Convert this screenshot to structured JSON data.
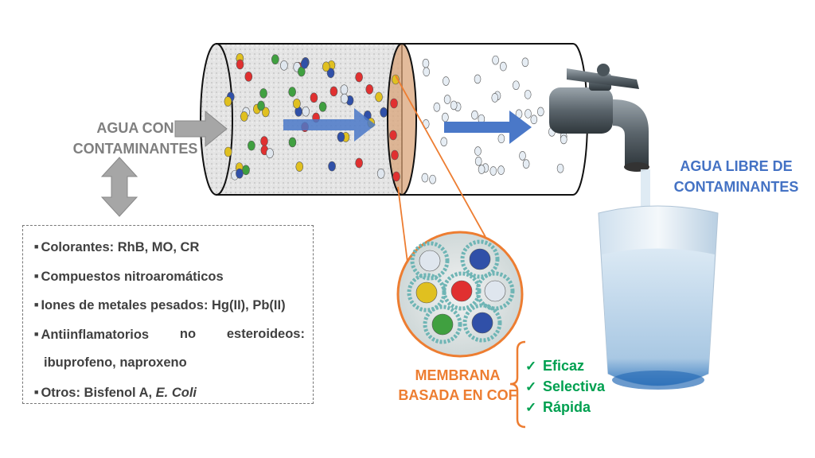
{
  "inlet_label": [
    "AGUA CON",
    "CONTAMINANTES"
  ],
  "outlet_label": [
    "AGUA LIBRE DE",
    "CONTAMINANTES"
  ],
  "membrane_label": [
    "MEMBRANA",
    "BASADA EN COF"
  ],
  "contaminants": {
    "item1": "Colorantes: RhB, MO, CR",
    "item2": "Compuestos nitroaromáticos",
    "item3": "Iones de metales pesados: Hg(II), Pb(II)",
    "item4_words": [
      "Antiinflamatorios",
      "no",
      "esteroideos:"
    ],
    "item4_cont": "ibuprofeno, naproxeno",
    "item5_prefix": "Otros: Bisfenol A, ",
    "item5_italic": "E. Coli",
    "bullet": "■"
  },
  "benefits": {
    "check": "✓",
    "items": [
      "Eficaz",
      "Selectiva",
      "Rápida"
    ]
  },
  "colors": {
    "inlet": "#7f7f7f",
    "outlet": "#4472c4",
    "membrane": "#ed7d31",
    "benefit": "#00a050",
    "flow_arrow": "#4a78c8"
  }
}
